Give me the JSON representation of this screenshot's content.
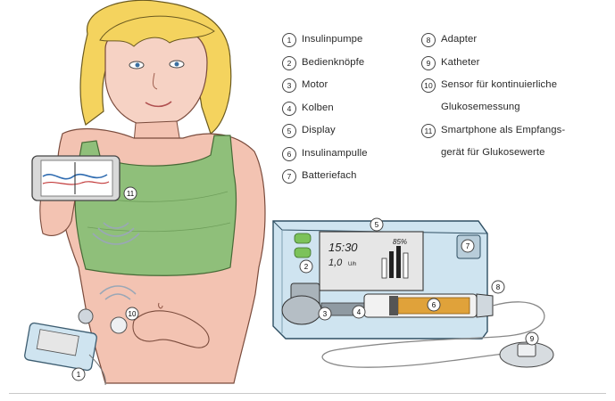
{
  "legend": {
    "left": [
      {
        "num": "1",
        "text": "Insulinpumpe"
      },
      {
        "num": "2",
        "text": "Bedienknöpfe"
      },
      {
        "num": "3",
        "text": "Motor"
      },
      {
        "num": "4",
        "text": "Kolben"
      },
      {
        "num": "5",
        "text": "Display"
      },
      {
        "num": "6",
        "text": "Insulinampulle"
      },
      {
        "num": "7",
        "text": "Batteriefach"
      }
    ],
    "right": [
      {
        "num": "8",
        "text": "Adapter"
      },
      {
        "num": "9",
        "text": "Katheter"
      },
      {
        "num": "10",
        "text": "Sensor für kontinuierliche",
        "text2": "Glukosemessung"
      },
      {
        "num": "11",
        "text": "Smartphone als Empfangs-",
        "text2": "gerät für Glukosewerte"
      }
    ]
  },
  "pump_display": {
    "time": "15:30",
    "rate": "1,0",
    "rate_unit": "U/h",
    "indicator": "85%"
  },
  "colors": {
    "pump_body": "#cfe4f0",
    "shirt": "#8fbf7a",
    "hair": "#f4d35e",
    "skin": "#f3c3b2",
    "display_bg": "#e6e6e6",
    "button_green": "#7cc25a",
    "insulin": "#e0a23a"
  }
}
